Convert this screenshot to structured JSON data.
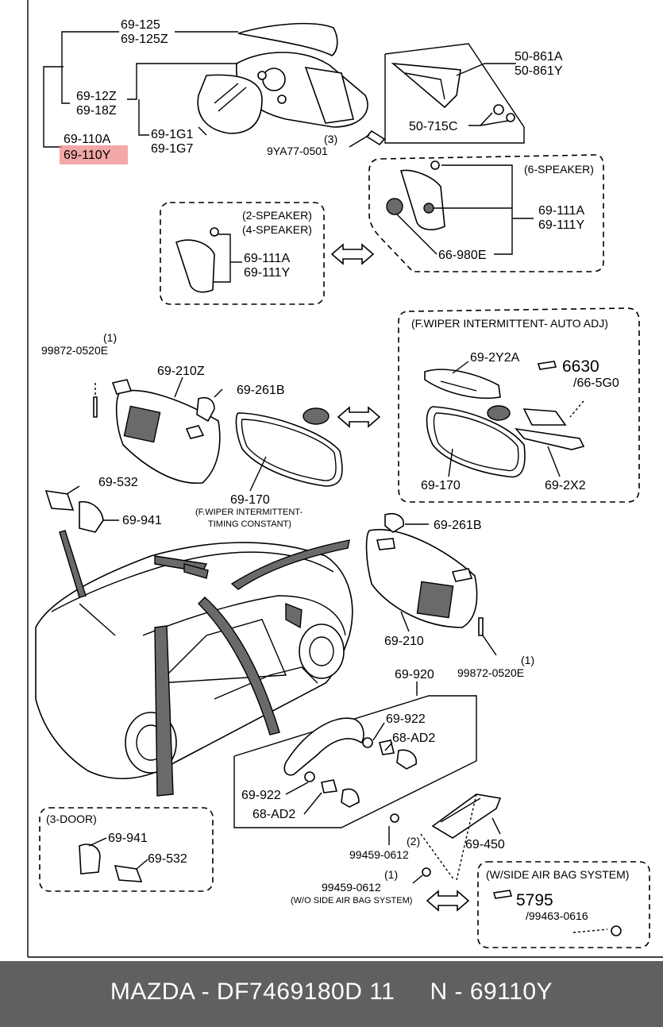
{
  "labels": {
    "l69_125": "69-125",
    "l69_125Z": "69-125Z",
    "l69_12Z": "69-12Z",
    "l69_18Z": "69-18Z",
    "l69_110A": "69-110A",
    "l69_110Y": "69-110Y",
    "l69_1G1": "69-1G1",
    "l69_1G7": "69-1G7",
    "l3": "(3)",
    "l9YA77": "9YA77-0501",
    "l50_861A": "50-861A",
    "l50_861Y": "50-861Y",
    "l50_715C": "50-715C",
    "l6spk": "(6-SPEAKER)",
    "l69_111A_a": "69-111A",
    "l69_111Y_a": "69-111Y",
    "l66_980E": "66-980E",
    "l2spk": "(2-SPEAKER)",
    "l4spk": "(4-SPEAKER)",
    "l69_111A_b": "69-111A",
    "l69_111Y_b": "69-111Y",
    "lfwiperauto": "(F.WIPER INTERMITTENT- AUTO ADJ)",
    "l69_2Y2A": "69-2Y2A",
    "l6630": "6630",
    "l66_5G0": "/66-5G0",
    "l69_170b": "69-170",
    "l69_2X2": "69-2X2",
    "l1a": "(1)",
    "l99872a": "99872-0520E",
    "l69_210Z": "69-210Z",
    "l69_261B_a": "69-261B",
    "l69_170a": "69-170",
    "lfwiper1": "(F.WIPER INTERMITTENT-",
    "lfwiper2": "TIMING CONSTANT)",
    "l69_532a": "69-532",
    "l69_941a": "69-941",
    "l69_261B_b": "69-261B",
    "l69_210": "69-210",
    "l1b": "(1)",
    "l99872b": "99872-0520E",
    "l69_920": "69-920",
    "l69_922a": "69-922",
    "l68_AD2a": "68-AD2",
    "l69_922b": "69-922",
    "l68_AD2b": "68-AD2",
    "l3door": "(3-DOOR)",
    "l69_941b": "69-941",
    "l69_532b": "69-532",
    "l2": "(2)",
    "l99459a": "99459-0612",
    "l69_450": "69-450",
    "l1c": "(1)",
    "l99459b": "99459-0612",
    "lwoairbag": "(W/O SIDE AIR BAG SYSTEM)",
    "lwairbag": "(W/SIDE AIR BAG SYSTEM)",
    "l5795": "5795",
    "l99463": "/99463-0616"
  },
  "highlight_color": "#f08a8a",
  "footer": {
    "text": "MAZDA - DF7469180D 11     N - 69110Y"
  }
}
